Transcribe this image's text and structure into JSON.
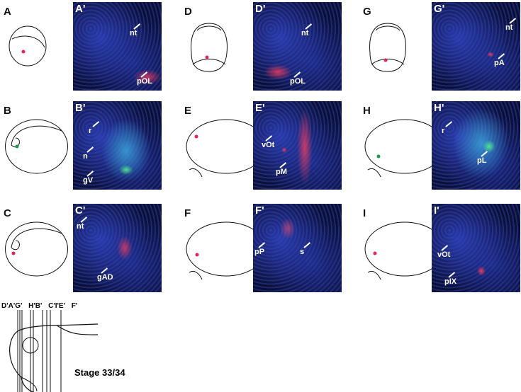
{
  "panels": [
    {
      "letter": "A",
      "prime": "A'",
      "dot": "#e0245e",
      "labels": [
        "nt",
        "pOL"
      ]
    },
    {
      "letter": "B",
      "prime": "B'",
      "dot": "#1a9a4a",
      "labels": [
        "r",
        "n",
        "gV"
      ]
    },
    {
      "letter": "C",
      "prime": "C'",
      "dot": "#e0245e",
      "labels": [
        "nt",
        "gAD"
      ]
    },
    {
      "letter": "D",
      "prime": "D'",
      "dot": "#e0245e",
      "labels": [
        "nt",
        "pOL"
      ]
    },
    {
      "letter": "E",
      "prime": "E'",
      "dot": "#e0245e",
      "labels": [
        "vOt",
        "pM"
      ]
    },
    {
      "letter": "F",
      "prime": "F'",
      "dot": "#e0245e",
      "labels": [
        "pP",
        "s"
      ]
    },
    {
      "letter": "G",
      "prime": "G'",
      "dot": "#e0245e",
      "labels": [
        "nt",
        "pA"
      ]
    },
    {
      "letter": "H",
      "prime": "H'",
      "dot": "#1a9a4a",
      "labels": [
        "r",
        "pL"
      ]
    },
    {
      "letter": "I",
      "prime": "I'",
      "dot": "#e0245e",
      "labels": [
        "vOt",
        "pIX"
      ]
    }
  ],
  "section_diagram": {
    "cut_labels": "D'A'G' H'B' C'I'E' F'",
    "stage": "Stage 33/34"
  },
  "colors": {
    "nuclei": "#2a3fbf",
    "red_signal": "#ff3a5a",
    "green_signal": "#3fe08a",
    "background": "#0a0f3a"
  }
}
